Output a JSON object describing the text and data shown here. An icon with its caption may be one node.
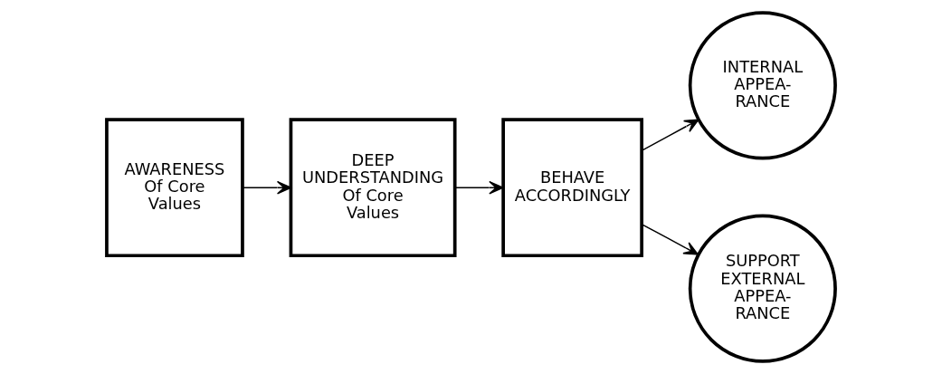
{
  "diagram": {
    "nodes": [
      {
        "text": [
          "AWARENESS",
          "Of Core Values"
        ]
      },
      {
        "text": [
          "DEEP UNDERSTANDING",
          "Of Core Values"
        ]
      },
      {
        "text": [
          "BEHAVE ACCORDINGLY"
        ]
      },
      {
        "text": [
          "INTERNAL APPEA- RANCE"
        ]
      },
      {
        "text": [
          "SUPPORT EXTERNAL APPEA- RANCE"
        ]
      }
    ],
    "edges": [
      {
        "from": 0,
        "to": 1,
        "arrow": "to"
      },
      {
        "from": 1,
        "to": 2,
        "arrow": "to"
      },
      {
        "from": 2,
        "to": 3,
        "arrow": "to"
      },
      {
        "from": 2,
        "to": 4,
        "arrow": "to"
      }
    ]
  }
}
